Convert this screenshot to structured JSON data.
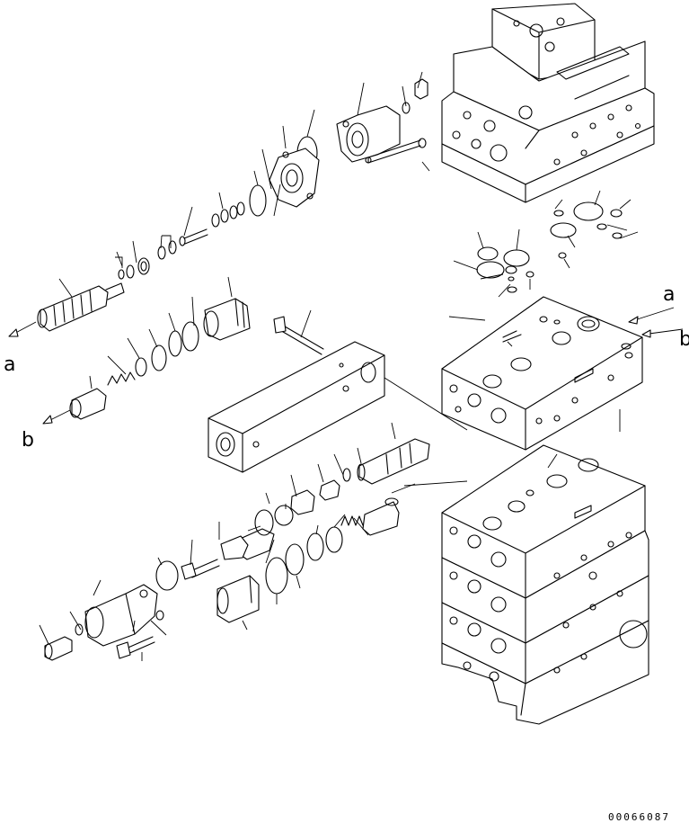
{
  "labels": {
    "a": "a",
    "b": "b"
  },
  "drawing_code": "00066087"
}
